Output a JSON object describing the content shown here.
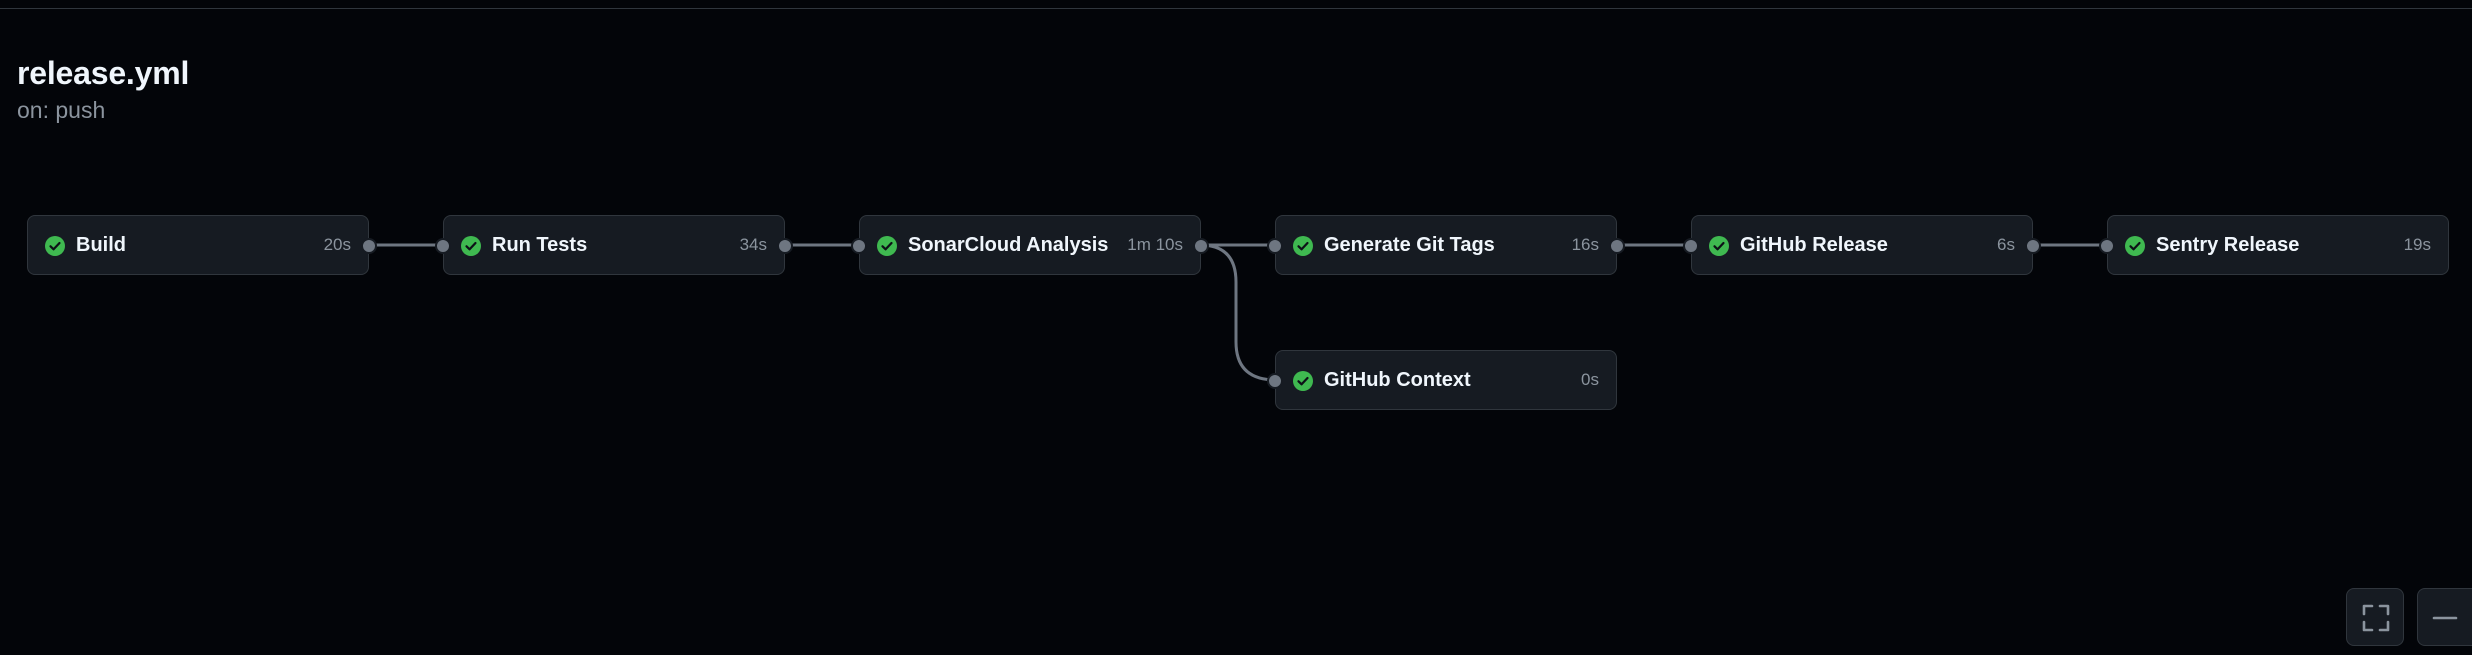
{
  "workflow": {
    "file_name": "release.yml",
    "trigger": "on: push"
  },
  "jobs": [
    {
      "name": "Build",
      "duration": "20s",
      "status": "success"
    },
    {
      "name": "Run Tests",
      "duration": "34s",
      "status": "success"
    },
    {
      "name": "SonarCloud Analysis",
      "duration": "1m 10s",
      "status": "success"
    },
    {
      "name": "Generate Git Tags",
      "duration": "16s",
      "status": "success"
    },
    {
      "name": "GitHub Release",
      "duration": "6s",
      "status": "success"
    },
    {
      "name": "Sentry Release",
      "duration": "19s",
      "status": "success"
    },
    {
      "name": "GitHub Context",
      "duration": "0s",
      "status": "success"
    }
  ],
  "controls": {
    "fullscreen_icon": "fullscreen-icon",
    "zoom_out_icon": "minus-icon"
  },
  "colors": {
    "background": "#030509",
    "card": "#161b22",
    "border": "#30363d",
    "success": "#3fb950",
    "text": "#f0f6fc",
    "muted": "#8b949e",
    "edge": "#6e7681"
  }
}
